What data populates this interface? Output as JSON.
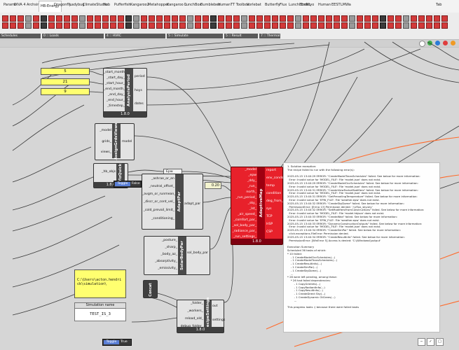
{
  "tabs": [
    "Params",
    "DIVA 4",
    "Archsim",
    "HB-Energy",
    "Dragonfly",
    "Ladybug",
    "ClimateStudio",
    "Hub",
    "Pufferfish",
    "Kangaroo2",
    "Metahopper",
    "Kangaroo 1",
    "LunchBox",
    "Bumblebee",
    "Human",
    "TT Toolbox",
    "Vorlebat",
    "Butterfly",
    "Flux",
    "LunchBoxML",
    "Embryo",
    "Human",
    "EEST",
    "LMWa",
    "Tab"
  ],
  "active_tab_index": 3,
  "ribbon_groups": [
    "Schedules",
    "0 :: Loads",
    "4 :: HVAC",
    "5 :: Simulate",
    "5 :: Result",
    "7 :: Thermal Map"
  ],
  "nodes": {
    "analysis_period": {
      "title": "AnalysisPeriod",
      "version": "1.8.0",
      "inputs": [
        "_start_month_",
        "_start_day_",
        "_start_hour_",
        "_end_month_",
        "_end_day_",
        "_end_hour_",
        "_timestep_"
      ],
      "outputs": [
        "period",
        "hoys",
        "dates"
      ]
    },
    "inputs_yellow": [
      "5",
      "21",
      "9"
    ],
    "sun_view": {
      "title": "AssignGrdsViews",
      "inputs": [
        "_model",
        "grids_",
        "views_"
      ],
      "outputs": [
        "model"
      ]
    },
    "vizquick": {
      "title": "VizQuick",
      "version": "1.8.0",
      "inputs": [
        "_hb_objs"
      ]
    },
    "chips": [
      "Epw",
      "DDY"
    ],
    "adapt_par": {
      "title": "AdaptPar",
      "inputs": [
        "_ashrae_or_en",
        "_neutral_offset_",
        "_avgm_or_runmean_",
        "_discr_or_cont_vel_",
        "_cold_prevail_limit_",
        "_conditioning_"
      ],
      "outputs": [
        "adapt_par"
      ],
      "toggle_label": "Toggle",
      "toggle_value": "False"
    },
    "param_value": "0.20",
    "solar_body": {
      "title": "SolarBodyPar",
      "inputs": [
        "_posture_",
        "_sharp_",
        "_body_az_",
        "_absorptivity_",
        "_emissivity_"
      ],
      "outputs": [
        "sol_body_par"
      ]
    },
    "adaptive_map": {
      "title": "AdaptiveMap",
      "version": "1.8.0",
      "inputs": [
        "_model",
        "_epw",
        "_ddy_",
        "_run_",
        "north_",
        "_run_period_",
        "_sky_",
        "_lst_",
        "_air_speed_",
        "_comfort_par_",
        "_sol_body_par_",
        "_radiance_par_",
        "_run_settings_"
      ],
      "outputs": [
        "report",
        "env_conds",
        "temp",
        "condition",
        "deg_from_neutral",
        "sys",
        "TCP",
        "HSP",
        "CSP"
      ]
    },
    "concat": {
      "title": "Concat",
      "path": "C:\\Users\\acton.hendrick\\simulation\\"
    },
    "simulation_name": {
      "label": "Simulation name",
      "value": "TEST_IS_3"
    },
    "recipe_settings": {
      "title": "RecipeSettings",
      "version": "1.8.0",
      "inputs": [
        "_folder_",
        "_workers_",
        "reload_old_",
        "debug_folder_"
      ],
      "outputs": [
        "out",
        "settings"
      ]
    },
    "bottom_toggle": {
      "label": "Toggle",
      "value": "True"
    }
  },
  "error_popup": {
    "lines": [
      "1. Solution exception:",
      "The recipe failed to run with the following error(s):",
      "",
      "2025-05-15 13:40:29 ERROR: \"CreateModelTransSchedules\" failed. See below for more information:",
      "  Error: Invalid value for 'MODEL_FILE': File 'model.json' does not exist.",
      "2025-05-15 13:40:29 ERROR: \"CreateModelOccSchedules\" failed. See below for more information:",
      "  Error: Invalid value for 'MODEL_FILE': File 'model.json' does not exist.",
      "2025-05-15 13:40:31 ERROR: \"CreateViewFactorModifiers\" failed. See below for more information:",
      "  Error: Invalid value for 'MODEL_FILE': File 'model.json' does not exist.",
      "2025-05-15 13:40:31 ERROR: \"GetPrevailingTemperature\" failed. See below for more information:",
      "  Error: Invalid value for 'EPW_FILE': File 'weather.epw' does not exist.",
      "2025-05-15 13:40:32 ERROR: \"CreateSkyDome\" failed. See below for more information:",
      "  PermissionError: [Errno 13] Permission denied: '.\\\\rflux_sky.sky'",
      "2025-05-15 13:40:32 ERROR: \"SetModifiersFromConstructions\" failed. See below for more information:",
      "  Error: Invalid value for 'MODEL_FILE': File 'model.hbjson' does not exist.",
      "2025-05-15 13:40:33 ERROR: \"CreateWea\" failed. See below for more information:",
      "  Error: Invalid value for 'EPW_FILE': File 'weather.epw' does not exist.",
      "2025-05-15 13:40:33 ERROR: \"DynamicConstructionOutputs\" failed. See below for more information:",
      "  Error: Invalid value for 'MODEL_FILE': File 'model.json' does not exist.",
      "2025-05-15 13:40:34 ERROR: \"CreateSimPar\" failed. See below for more information:",
      "  click.exceptions.FileError: Permission denied.",
      "2025-05-15 13:40:34 ERROR: \"CreateResultInfo\" failed. See below for more information:",
      "  PermissionError: [WinError 5] Access is denied: 'C:\\\\Windows\\\\output'",
      "",
      "Execution Summary",
      "Scheduled 36 tasks of which:",
      "* 10 failed:",
      "    - 1 CreateModelOccSchedules(...)",
      "    - 1 CreateModelTransSchedules(...)",
      "    - 1 CreateResultInfo(...)",
      "    - 1 CreateSimPar(...)",
      "    - 1 CreateSkyDome(...)",
      "    ...",
      "* 26 were left pending, among these:",
      "    * 26 had failed dependencies:",
      "        - 1 CopyGridInfo(...)",
      "        - 1 CopyRadiantInfo(...)",
      "        - 1 CopyResultInfo(...)",
      "        - 1 CreateDirect Sky(...)",
      "        - 1 CreateDynamic OtGrees(...)",
      "        ...",
      "",
      "This progress looks :( because there were failed tasks"
    ]
  },
  "corner_buttons": [
    "−",
    "✓",
    "□"
  ]
}
